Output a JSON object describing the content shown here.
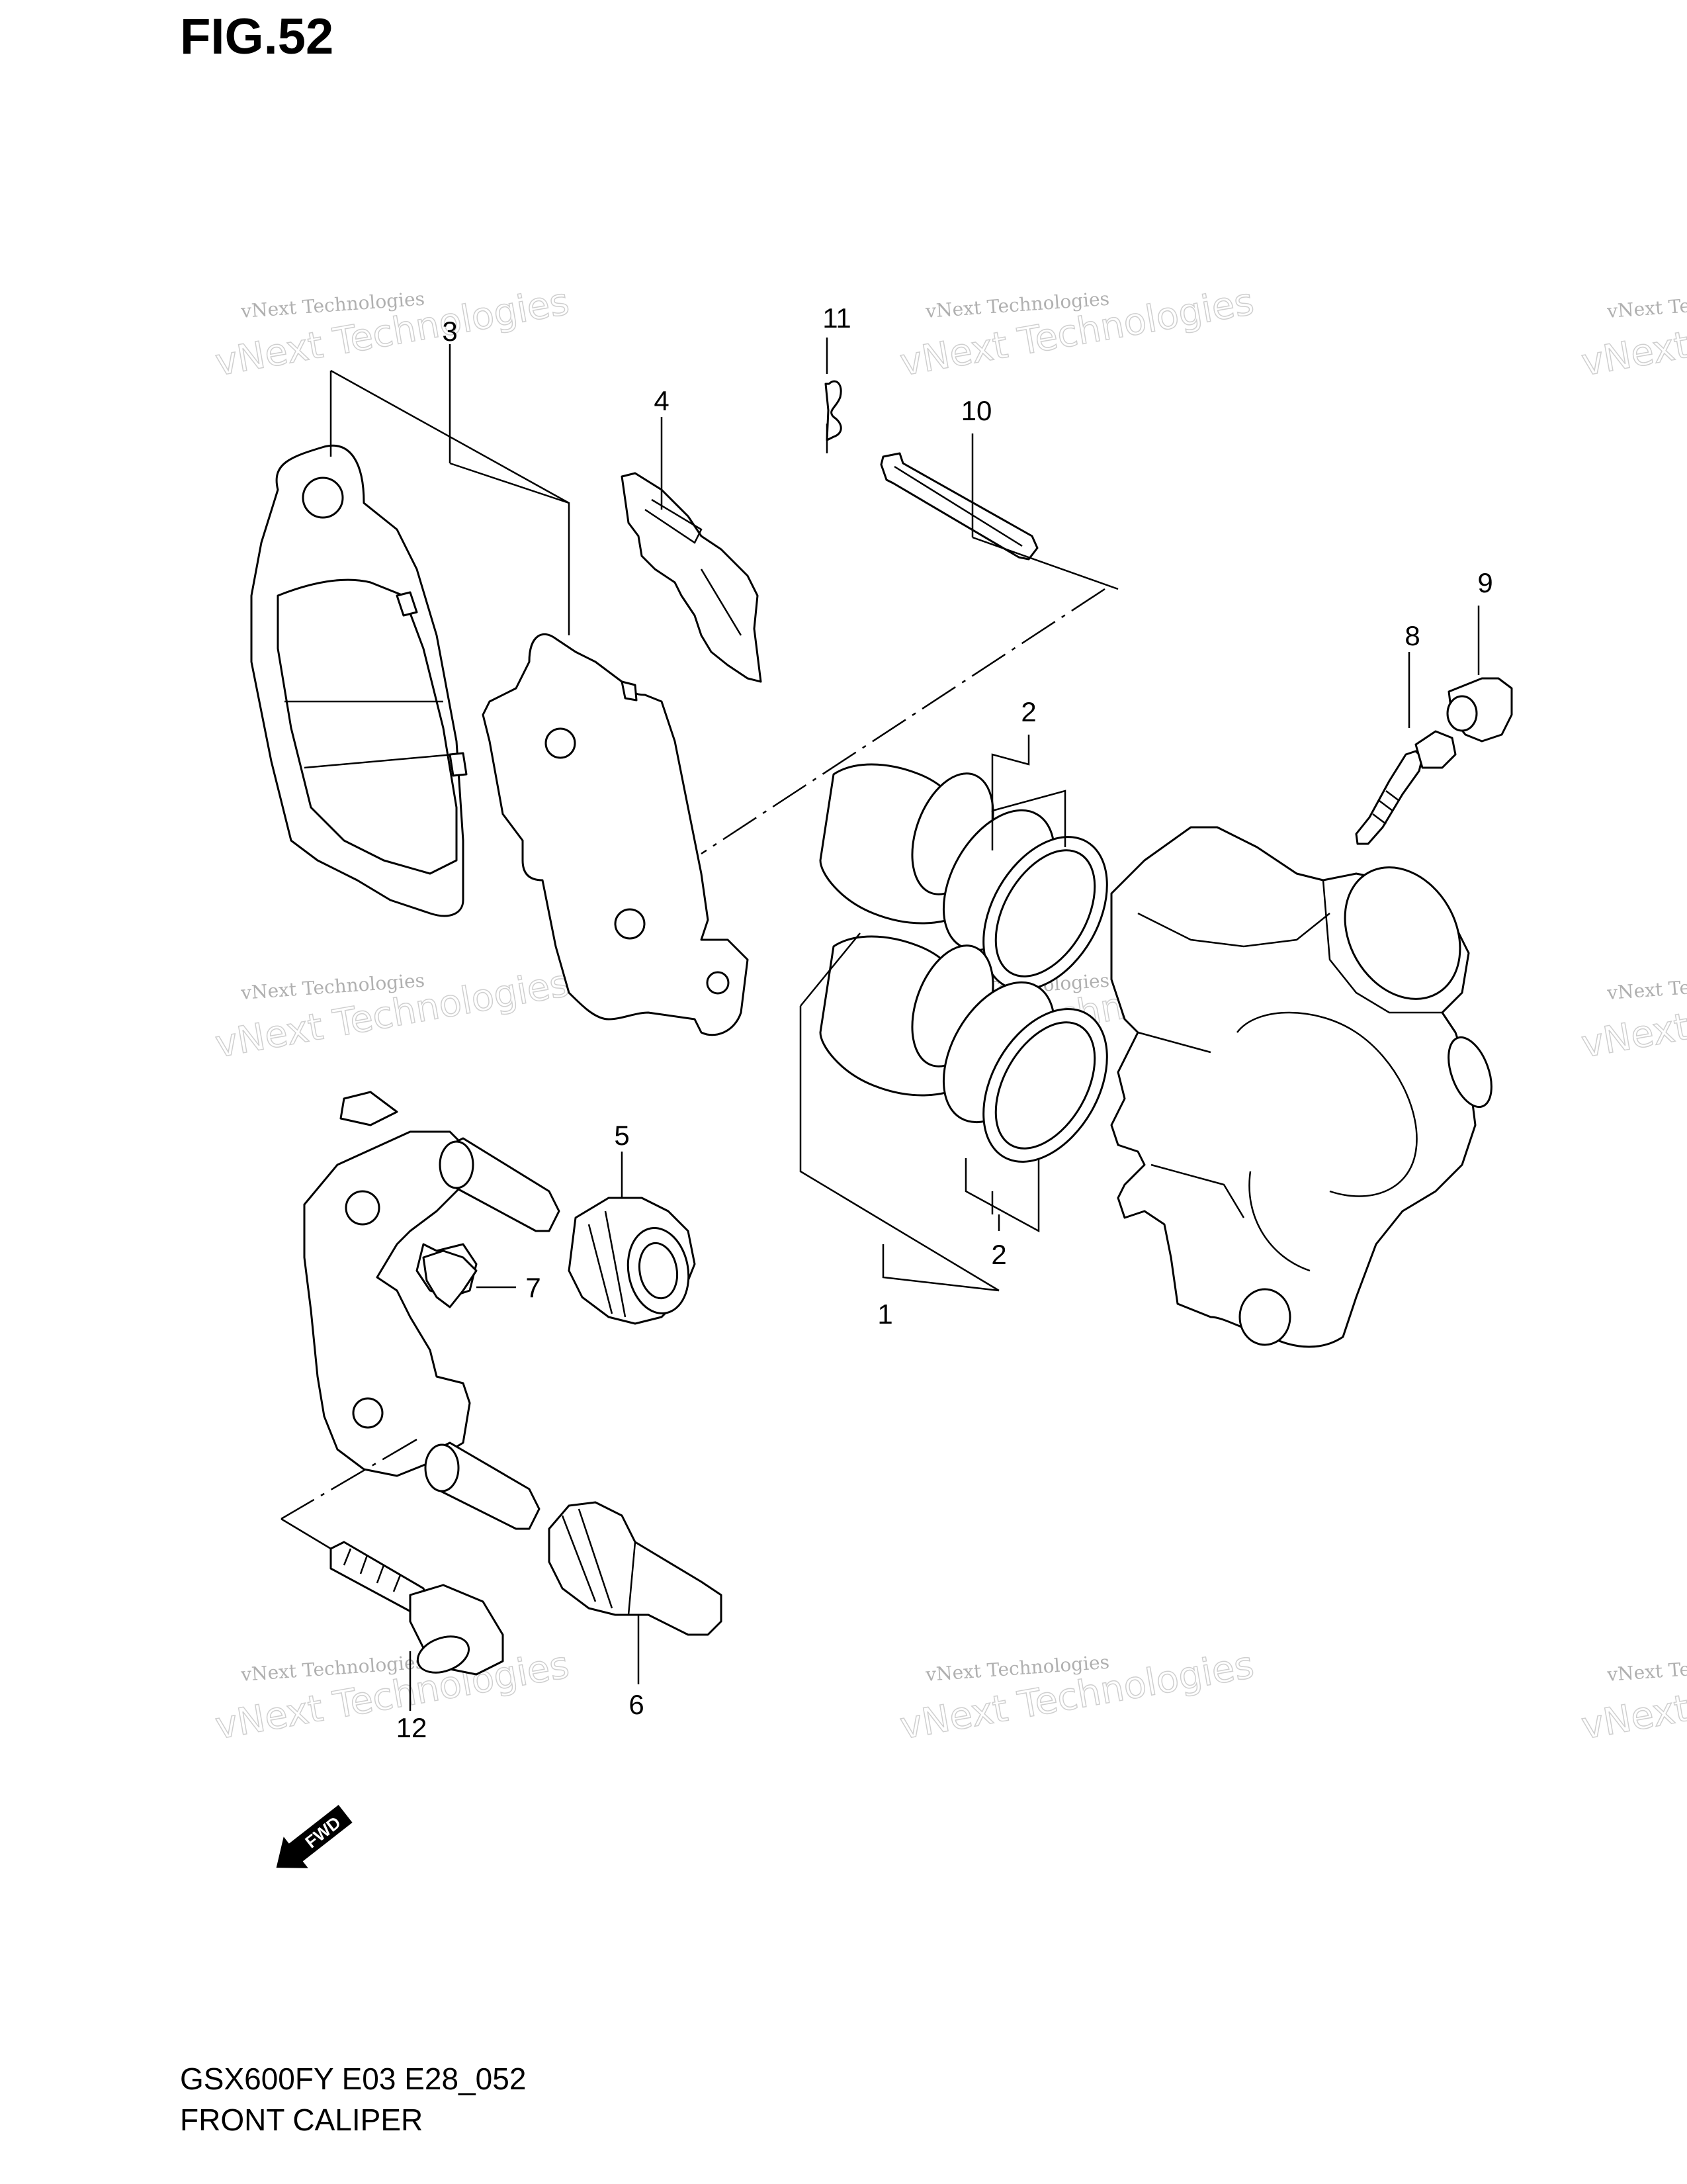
{
  "figure": {
    "title": "FIG.52",
    "model_code": "GSX600FY E03 E28_052",
    "caption": "FRONT CALIPER"
  },
  "watermark": {
    "line1": "vNext Technologies",
    "line2": "vNext Technologies"
  },
  "callouts": [
    "1",
    "2",
    "2",
    "3",
    "4",
    "5",
    "6",
    "7",
    "8",
    "9",
    "10",
    "11",
    "12"
  ],
  "fwd_label": "FWD",
  "colors": {
    "ink": "#000000",
    "background": "#ffffff",
    "watermark": "#b0b0b0"
  }
}
